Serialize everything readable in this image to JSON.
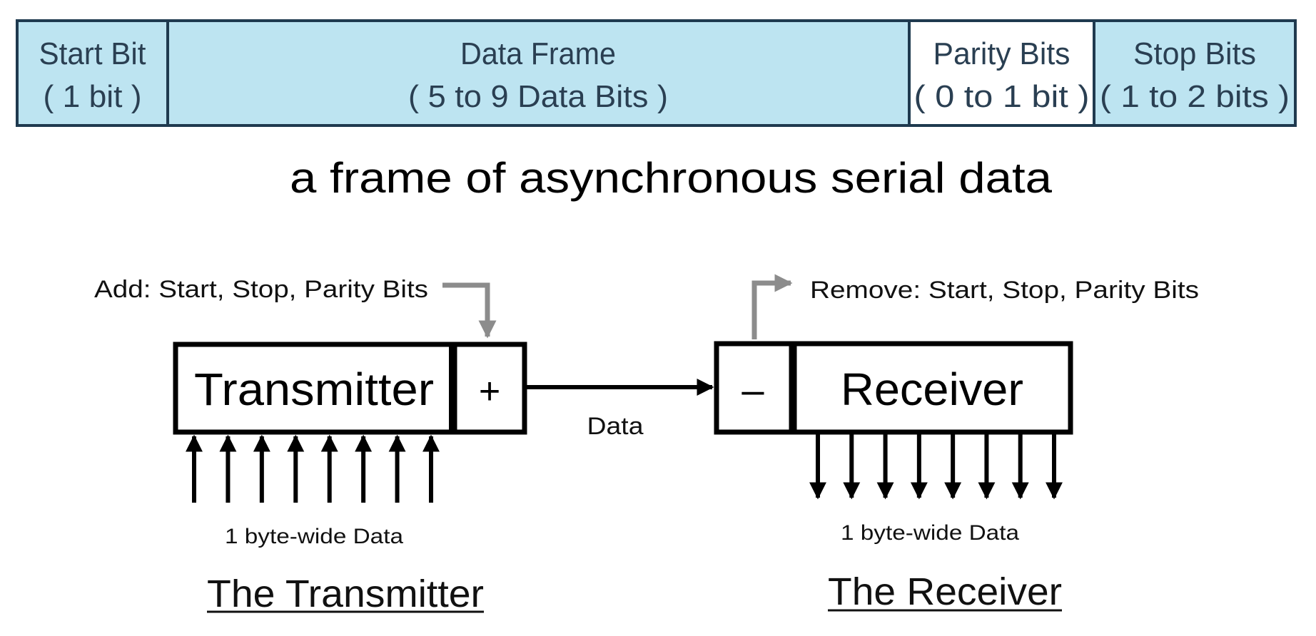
{
  "frame": {
    "fields": [
      {
        "name": "Start Bit",
        "size": "( 1 bit )",
        "highlighted": true
      },
      {
        "name": "Data Frame",
        "size": "( 5 to 9 Data Bits )",
        "highlighted": true
      },
      {
        "name": "Parity Bits",
        "size": "( 0 to 1 bit )",
        "highlighted": false
      },
      {
        "name": "Stop Bits",
        "size": "( 1 to 2 bits )",
        "highlighted": true
      }
    ],
    "caption": "a frame of asynchronous serial data"
  },
  "transmitter": {
    "block_label": "Transmitter",
    "operator_symbol": "+",
    "annotation": "Add: Start, Stop, Parity Bits",
    "input_line_count": 8,
    "bus_label": "1 byte-wide Data",
    "heading": "The Transmitter"
  },
  "link": {
    "label": "Data"
  },
  "receiver": {
    "block_label": "Receiver",
    "operator_symbol": "–",
    "annotation": "Remove: Start, Stop, Parity Bits",
    "output_line_count": 8,
    "bus_label": "1 byte-wide Data",
    "heading": "The Receiver"
  },
  "colors": {
    "frame_fill": "#bde4f1",
    "frame_plain_fill": "#ffffff",
    "frame_border": "#1f3a4f",
    "frame_text": "#2a3f52",
    "diagram_line": "#000000",
    "annotation_arrow": "#8c8c8c",
    "text": "#111111"
  }
}
